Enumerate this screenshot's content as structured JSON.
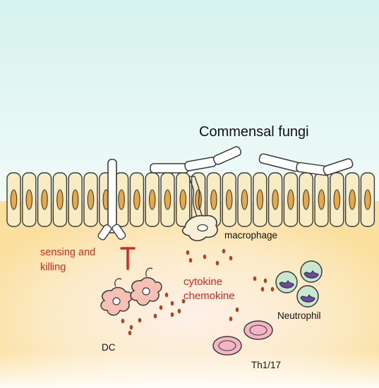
{
  "title": "Commensal fungi",
  "labels": {
    "macrophage": "macrophage",
    "sensing_line1": "sensing and",
    "sensing_line2": "killing",
    "cytokine_line1": "cytokine",
    "cytokine_line2": "chemokine",
    "neutrophil": "Neutrophil",
    "dc": "DC",
    "th": "Th1/17"
  },
  "colors": {
    "sky_top": "#d8f3ee",
    "tissue": "#fbe3a8",
    "tissue_light": "#fdf0e6",
    "cell_fill": "#f8ecc4",
    "nucleus": "#e7a84a",
    "outline": "#3a3a3a",
    "accent_red": "#d42b1f",
    "dot": "#a8471c",
    "dc_fill": "#f6c1b4",
    "neutrophil_fill": "#c9e6cf",
    "neutrophil_nucleus": "#6b4aa0",
    "th_fill": "#f4b6c6",
    "macrophage_fill": "#f7f0d6",
    "hypha_fill": "#ffffff"
  }
}
